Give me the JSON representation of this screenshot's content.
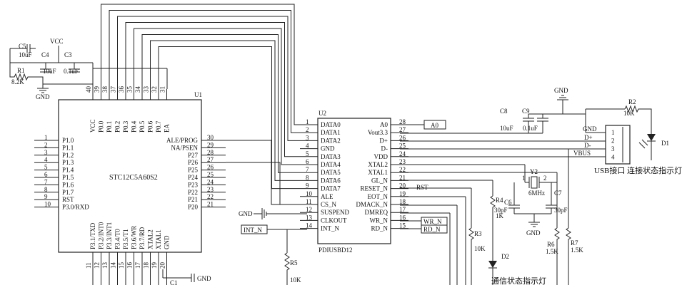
{
  "u1": {
    "ref": "U1",
    "part": "STC12C5A60S2",
    "top_pins": [
      {
        "num": "40",
        "name": "VCC"
      },
      {
        "num": "39",
        "name": "P0.0"
      },
      {
        "num": "38",
        "name": "P0.1"
      },
      {
        "num": "37",
        "name": "P0.2"
      },
      {
        "num": "36",
        "name": "P0.3"
      },
      {
        "num": "35",
        "name": "P0.4"
      },
      {
        "num": "34",
        "name": "P0.5"
      },
      {
        "num": "33",
        "name": "P0.6"
      },
      {
        "num": "32",
        "name": "P0.7"
      },
      {
        "num": "31",
        "name": "EA"
      }
    ],
    "left_pins": [
      {
        "num": "1",
        "name": "P1.0"
      },
      {
        "num": "2",
        "name": "P1.1"
      },
      {
        "num": "3",
        "name": "P1.2"
      },
      {
        "num": "4",
        "name": "P1.3"
      },
      {
        "num": "5",
        "name": "P1.4"
      },
      {
        "num": "6",
        "name": "P1.5"
      },
      {
        "num": "7",
        "name": "P1.6"
      },
      {
        "num": "8",
        "name": "P1.7"
      },
      {
        "num": "9",
        "name": "RST"
      },
      {
        "num": "10",
        "name": "P3.0/RXD"
      }
    ],
    "right_pins": [
      {
        "num": "30",
        "name": "ALE/PROG"
      },
      {
        "num": "29",
        "name": "NA/PSEN"
      },
      {
        "num": "28",
        "name": "P27"
      },
      {
        "num": "27",
        "name": "P26"
      },
      {
        "num": "26",
        "name": "P25"
      },
      {
        "num": "25",
        "name": "P24"
      },
      {
        "num": "24",
        "name": "P23"
      },
      {
        "num": "23",
        "name": "P22"
      },
      {
        "num": "22",
        "name": "P21"
      },
      {
        "num": "21",
        "name": "P20"
      }
    ],
    "bottom_pins": [
      {
        "num": "11",
        "name": "P3.1/TXD"
      },
      {
        "num": "12",
        "name": "P3.2/INT0"
      },
      {
        "num": "13",
        "name": "P3.3/INT1"
      },
      {
        "num": "14",
        "name": "P3.4/T0"
      },
      {
        "num": "15",
        "name": "P3.5/T1"
      },
      {
        "num": "16",
        "name": "P3.6/WR"
      },
      {
        "num": "17",
        "name": "P3.7/RD"
      },
      {
        "num": "18",
        "name": "XTAL2"
      },
      {
        "num": "19",
        "name": "XTAL1"
      },
      {
        "num": "20",
        "name": "GND"
      }
    ]
  },
  "u2": {
    "ref": "U2",
    "part": "PDIUSBD12",
    "left_pins": [
      {
        "num": "1",
        "name": "DATA0"
      },
      {
        "num": "2",
        "name": "DATA1"
      },
      {
        "num": "3",
        "name": "DATA2"
      },
      {
        "num": "4",
        "name": "GND"
      },
      {
        "num": "5",
        "name": "DATA3"
      },
      {
        "num": "6",
        "name": "DATA4"
      },
      {
        "num": "7",
        "name": "DATA5"
      },
      {
        "num": "8",
        "name": "DATA6"
      },
      {
        "num": "9",
        "name": "DATA7"
      },
      {
        "num": "10",
        "name": "ALE"
      },
      {
        "num": "11",
        "name": "CS_N"
      },
      {
        "num": "12",
        "name": "SUSPEND"
      },
      {
        "num": "13",
        "name": "CLKOUT"
      },
      {
        "num": "14",
        "name": "INT_N"
      }
    ],
    "right_pins": [
      {
        "num": "28",
        "name": "A0"
      },
      {
        "num": "27",
        "name": "Vout3.3"
      },
      {
        "num": "26",
        "name": "D+"
      },
      {
        "num": "25",
        "name": "D-"
      },
      {
        "num": "24",
        "name": "VDD"
      },
      {
        "num": "23",
        "name": "XTAL2"
      },
      {
        "num": "22",
        "name": "XTAL1"
      },
      {
        "num": "21",
        "name": "GL_N"
      },
      {
        "num": "20",
        "name": "RESET_N"
      },
      {
        "num": "19",
        "name": "EOT_N"
      },
      {
        "num": "18",
        "name": "DMACK_N"
      },
      {
        "num": "17",
        "name": "DMREQ"
      },
      {
        "num": "16",
        "name": "WR_N"
      },
      {
        "num": "15",
        "name": "RD_N"
      }
    ]
  },
  "labels": {
    "c5": "C5",
    "c5_val": "10uF",
    "vcc": "VCC",
    "c4": "C4",
    "c4_val": "10uF",
    "c3": "C3",
    "c3_val": "0.1uF",
    "r1": "R1",
    "r1_val": "8.2K",
    "gnd": "GND",
    "c8": "C8",
    "c8_val": "10uF",
    "c9": "C9",
    "c9_val": "0.1uF",
    "r2": "R2",
    "r2_val": "10K",
    "d1": "D1",
    "d2": "D2",
    "y2": "Y2",
    "y2_val": "6MHz",
    "y2_p1": "1",
    "y2_p2": "2",
    "c6": "C6",
    "c6_val": "30pF",
    "c7": "C7",
    "c7_val": "30pF",
    "r3": "R3",
    "r3_val": "10K",
    "r4": "R4",
    "r4_val": "1K",
    "r5": "R5",
    "r5_val": "10K",
    "r6": "R6",
    "r6_val": "1.5K",
    "r7": "R7",
    "r7_val": "1.5K",
    "c1": "C1",
    "net_a0": "A0",
    "net_rst": "RST",
    "net_wr": "WR_N",
    "net_rd": "RD_N",
    "net_int": "INT_N",
    "usb_gnd": "GND",
    "usb_dp": "D+",
    "usb_dm": "D-",
    "usb_vbus": "VBUS",
    "usb_pins": [
      "1",
      "2",
      "3",
      "4"
    ],
    "usb_caption": "USB接口 连接状态指示灯",
    "comm_caption": "通信状态指示灯"
  }
}
